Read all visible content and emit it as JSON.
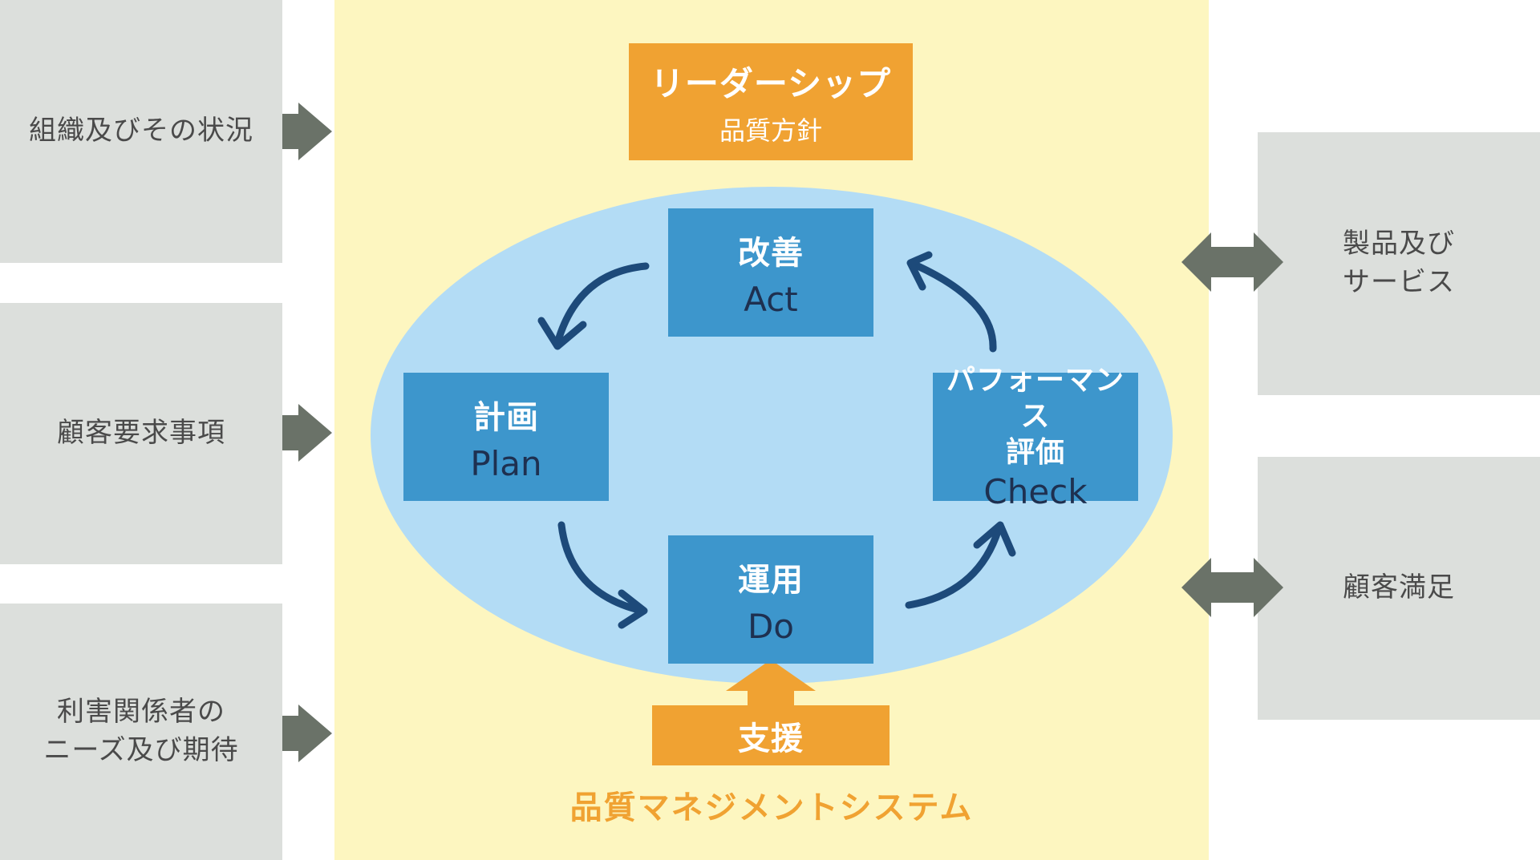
{
  "inputs": [
    {
      "label": "組織及びその状況"
    },
    {
      "label": "顧客要求事項"
    },
    {
      "label": "利害関係者の\nニーズ及び期待"
    }
  ],
  "outputs": [
    {
      "label": "製品及び\nサービス"
    },
    {
      "label": "顧客満足"
    }
  ],
  "leadership": {
    "title": "リーダーシップ",
    "subtitle": "品質方針"
  },
  "cycle": {
    "act": {
      "jp": "改善",
      "en": "Act"
    },
    "plan": {
      "jp": "計画",
      "en": "Plan"
    },
    "do": {
      "jp": "運用",
      "en": "Do"
    },
    "check": {
      "jp": "パフォーマンス\n評価",
      "en": "Check"
    }
  },
  "support": {
    "label": "支援"
  },
  "system_label": "品質マネジメントシステム",
  "colors": {
    "gray_box": "#dcdfdc",
    "gray_arrow": "#6a7268",
    "yellow_bg": "#fdf6c0",
    "orange": "#f0a232",
    "ellipse": "#b3dcf5",
    "blue_box": "#3d96cc",
    "cycle_arrow": "#1d4a7a"
  }
}
